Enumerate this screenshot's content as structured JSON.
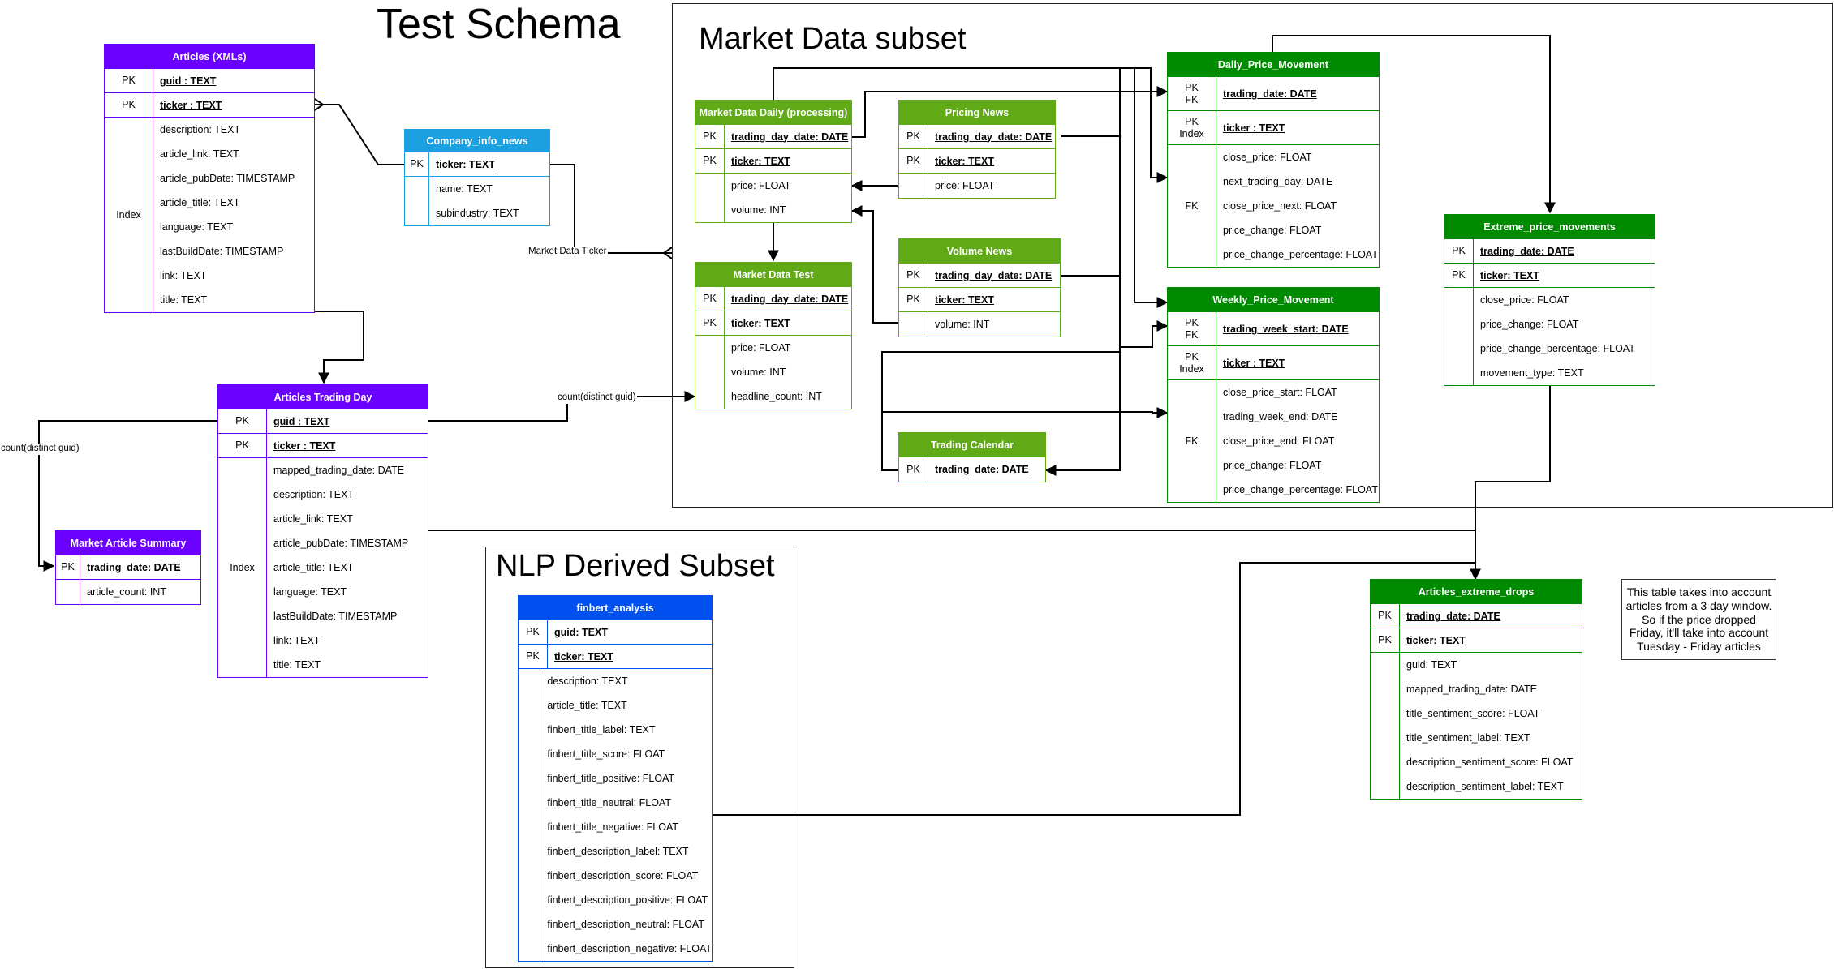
{
  "title": "Test Schema",
  "groups": [
    {
      "id": "market",
      "label": "Market Data subset"
    },
    {
      "id": "nlp",
      "label": "NLP Derived Subset"
    }
  ],
  "colors": {
    "purple": "#6a00ff",
    "light_blue": "#1ba1e2",
    "green": "#008a00",
    "light_green": "#60a917",
    "blue": "#0050ef"
  },
  "tables": [
    {
      "id": "articles_xml",
      "title": "Articles (XMLs)",
      "color": "#6a00ff",
      "pk_rows": [
        {
          "key": [
            "PK"
          ],
          "field": "guid : TEXT"
        },
        {
          "key": [
            "PK"
          ],
          "field": "ticker : TEXT"
        }
      ],
      "attr_key": "Index",
      "attrs": [
        "description: TEXT",
        "article_link: TEXT",
        "article_pubDate: TIMESTAMP",
        "article_title: TEXT",
        "language: TEXT",
        "lastBuildDate: TIMESTAMP",
        "link: TEXT",
        "title: TEXT"
      ]
    },
    {
      "id": "company_info",
      "title": "Company_info_news",
      "color": "#1ba1e2",
      "pk_rows": [
        {
          "key": [
            "PK"
          ],
          "field": "ticker: TEXT"
        }
      ],
      "attr_key": "",
      "attrs": [
        "name: TEXT",
        "subindustry: TEXT"
      ]
    },
    {
      "id": "articles_trading_day",
      "title": "Articles Trading Day",
      "color": "#6a00ff",
      "pk_rows": [
        {
          "key": [
            "PK"
          ],
          "field": "guid : TEXT"
        },
        {
          "key": [
            "PK"
          ],
          "field": "ticker : TEXT"
        }
      ],
      "attr_key": "Index",
      "attrs": [
        "mapped_trading_date: DATE",
        "description: TEXT",
        "article_link: TEXT",
        "article_pubDate: TIMESTAMP",
        "article_title: TEXT",
        "language: TEXT",
        "lastBuildDate: TIMESTAMP",
        "link: TEXT",
        "title: TEXT"
      ]
    },
    {
      "id": "market_article_summary",
      "title": "Market Article Summary",
      "color": "#6a00ff",
      "pk_rows": [
        {
          "key": [
            "PK"
          ],
          "field": "trading_date: DATE"
        }
      ],
      "attr_key": "",
      "attrs": [
        "article_count: INT"
      ]
    },
    {
      "id": "market_data_daily",
      "title": "Market Data Daily (processing)",
      "color": "#60a917",
      "pk_rows": [
        {
          "key": [
            "PK"
          ],
          "field": "trading_day_date: DATE"
        },
        {
          "key": [
            "PK"
          ],
          "field": "ticker: TEXT"
        }
      ],
      "attr_key": "",
      "attrs": [
        "price: FLOAT",
        "volume: INT"
      ]
    },
    {
      "id": "market_data_test",
      "title": "Market Data Test",
      "color": "#60a917",
      "pk_rows": [
        {
          "key": [
            "PK"
          ],
          "field": "trading_day_date: DATE"
        },
        {
          "key": [
            "PK"
          ],
          "field": "ticker: TEXT"
        }
      ],
      "attr_key": "",
      "attrs": [
        "price: FLOAT",
        "volume: INT",
        "headline_count: INT"
      ]
    },
    {
      "id": "pricing_news",
      "title": "Pricing News",
      "color": "#60a917",
      "pk_rows": [
        {
          "key": [
            "PK"
          ],
          "field": "trading_day_date: DATE"
        },
        {
          "key": [
            "PK"
          ],
          "field": "ticker: TEXT"
        }
      ],
      "attr_key": "",
      "attrs": [
        "price: FLOAT"
      ]
    },
    {
      "id": "volume_news",
      "title": "Volume News",
      "color": "#60a917",
      "pk_rows": [
        {
          "key": [
            "PK"
          ],
          "field": "trading_day_date: DATE"
        },
        {
          "key": [
            "PK"
          ],
          "field": "ticker: TEXT"
        }
      ],
      "attr_key": "",
      "attrs": [
        "volume: INT"
      ]
    },
    {
      "id": "trading_calendar",
      "title": "Trading Calendar",
      "color": "#60a917",
      "pk_rows": [
        {
          "key": [
            "PK"
          ],
          "field": "trading_date: DATE"
        }
      ],
      "attr_key": "",
      "attrs": []
    },
    {
      "id": "daily_price_movement",
      "title": "Daily_Price_Movement",
      "color": "#008a00",
      "pk_rows": [
        {
          "key": [
            "PK",
            "FK"
          ],
          "field": "trading_date: DATE"
        },
        {
          "key": [
            "PK",
            "Index"
          ],
          "field": "ticker : TEXT"
        }
      ],
      "attr_key": "FK",
      "attrs": [
        "close_price: FLOAT",
        "next_trading_day: DATE",
        "close_price_next: FLOAT",
        "price_change: FLOAT",
        "price_change_percentage: FLOAT"
      ]
    },
    {
      "id": "weekly_price_movement",
      "title": "Weekly_Price_Movement",
      "color": "#008a00",
      "pk_rows": [
        {
          "key": [
            "PK",
            "FK"
          ],
          "field": "trading_week_start: DATE"
        },
        {
          "key": [
            "PK",
            "Index"
          ],
          "field": "ticker : TEXT"
        }
      ],
      "attr_key": "FK",
      "attrs": [
        "close_price_start: FLOAT",
        "trading_week_end: DATE",
        "close_price_end: FLOAT",
        "price_change: FLOAT",
        "price_change_percentage: FLOAT"
      ]
    },
    {
      "id": "extreme_price_movements",
      "title": "Extreme_price_movements",
      "color": "#008a00",
      "pk_rows": [
        {
          "key": [
            "PK"
          ],
          "field": "trading_date: DATE"
        },
        {
          "key": [
            "PK"
          ],
          "field": "ticker: TEXT"
        }
      ],
      "attr_key": "",
      "attrs": [
        "close_price: FLOAT",
        "price_change: FLOAT",
        "price_change_percentage: FLOAT",
        "movement_type: TEXT"
      ]
    },
    {
      "id": "articles_extreme_drops",
      "title": "Articles_extreme_drops",
      "color": "#008a00",
      "pk_rows": [
        {
          "key": [
            "PK"
          ],
          "field": "trading_date: DATE"
        },
        {
          "key": [
            "PK"
          ],
          "field": "ticker: TEXT"
        }
      ],
      "attr_key": "",
      "attrs": [
        "guid: TEXT",
        "mapped_trading_date: DATE",
        "title_sentiment_score: FLOAT",
        "title_sentiment_label: TEXT",
        "description_sentiment_score: FLOAT",
        "description_sentiment_label: TEXT"
      ]
    },
    {
      "id": "finbert_analysis",
      "title": "finbert_analysis",
      "color": "#0050ef",
      "pk_rows": [
        {
          "key": [
            "PK"
          ],
          "field": "guid: TEXT"
        },
        {
          "key": [
            "PK"
          ],
          "field": "ticker: TEXT"
        }
      ],
      "attr_key": "",
      "attrs": [
        "description: TEXT",
        "article_title: TEXT",
        "finbert_title_label: TEXT",
        "finbert_title_score: FLOAT",
        "finbert_title_positive: FLOAT",
        "finbert_title_neutral: FLOAT",
        "finbert_title_negative: FLOAT",
        "finbert_description_label: TEXT",
        "finbert_description_score: FLOAT",
        "finbert_description_positive: FLOAT",
        "finbert_description_neutral: FLOAT",
        "finbert_description_negative: FLOAT"
      ]
    }
  ],
  "edge_labels": {
    "market_data_ticker": "Market Data Ticker",
    "count_distinct_guid_top": "count(distinct guid)",
    "count_distinct_guid_left": "count(distinct guid)"
  },
  "note": "This table takes into account articles from a 3 day window. So if the price dropped Friday, it'll take into account Tuesday - Friday articles"
}
